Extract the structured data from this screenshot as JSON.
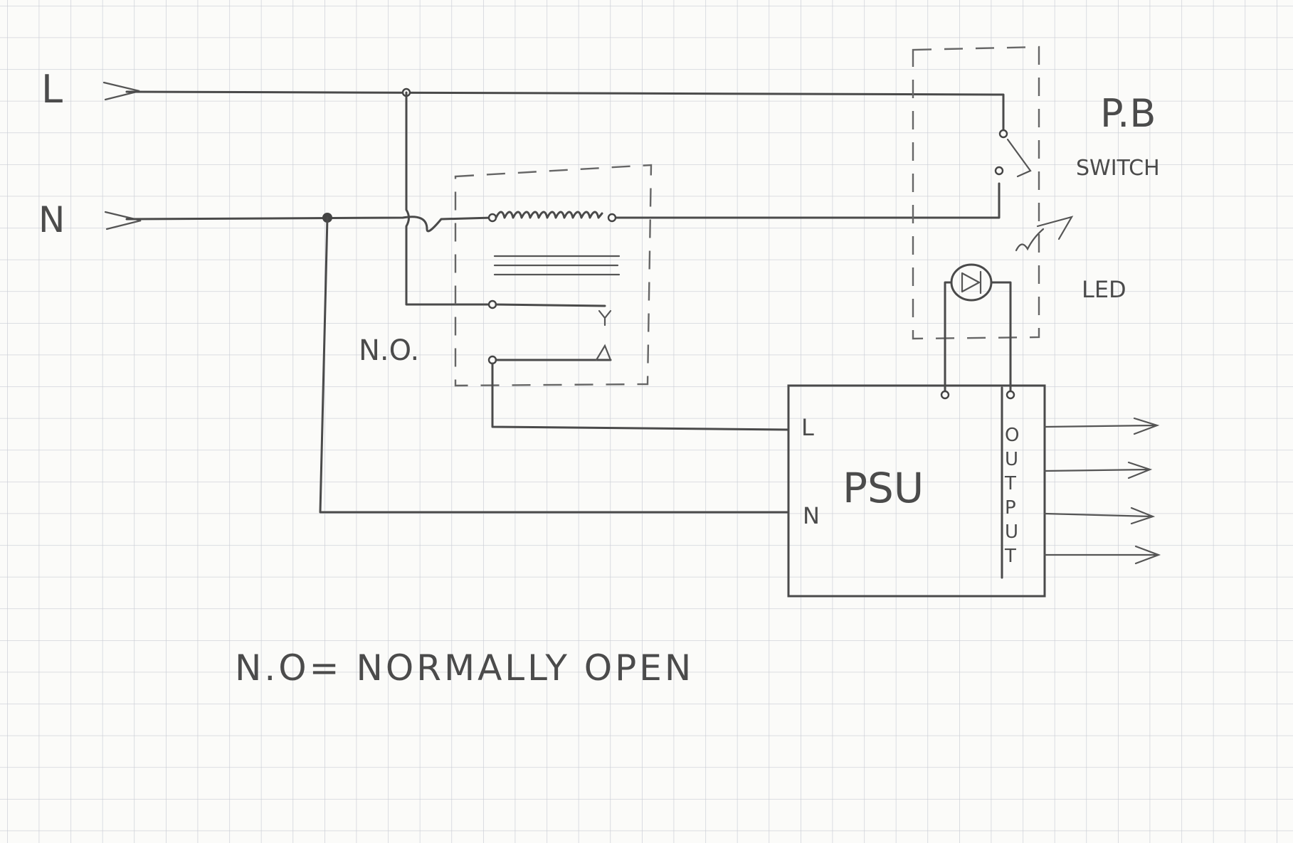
{
  "labels": {
    "line": "L",
    "neutral": "N",
    "pb": "P.B",
    "switch": "SWITCH",
    "led": "LED",
    "no_contact": "N.O.",
    "psu": "PSU",
    "psu_l": "L",
    "psu_n": "N",
    "output": [
      "O",
      "U",
      "T",
      "P",
      "U",
      "T"
    ],
    "legend": "N.O= NORMALLY OPEN"
  },
  "colors": {
    "paper": "#fbfbf9",
    "grid": "#c9ccd4",
    "ink": "#4a4a4a"
  }
}
